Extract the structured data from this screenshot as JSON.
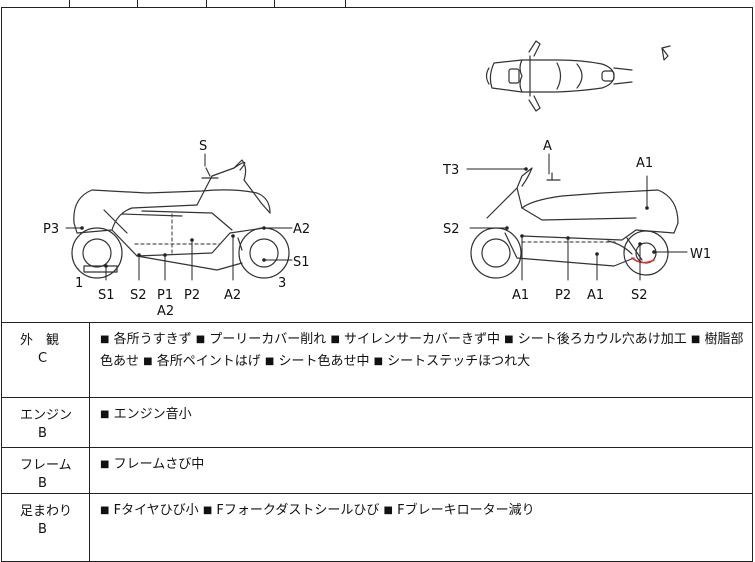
{
  "diagram": {
    "left_labels": {
      "S": "S",
      "P3": "P3",
      "A2_right": "A2",
      "S1_right": "S1",
      "n1": "1",
      "n3": "3",
      "bottom": [
        "S1",
        "S2",
        "P1",
        "P2",
        "A2"
      ],
      "A2_under": "A2"
    },
    "right_labels": {
      "A": "A",
      "A1_top": "A1",
      "T3": "T3",
      "S2_left": "S2",
      "W1": "W1",
      "bottom": [
        "A1",
        "P2",
        "A1",
        "S2"
      ]
    }
  },
  "rows": [
    {
      "name": "外　観",
      "grade": "C",
      "items": [
        "各所うすきず",
        "プーリーカバー削れ",
        "サイレンサーカバーきず中",
        "シート後ろカウル穴あけ加工",
        "樹脂部色あせ",
        "各所ペイントはげ",
        "シート色あせ中",
        "シートステッチほつれ大"
      ]
    },
    {
      "name": "エンジン",
      "grade": "B",
      "items": [
        "エンジン音小"
      ]
    },
    {
      "name": "フレーム",
      "grade": "B",
      "items": [
        "フレームさび中"
      ]
    },
    {
      "name": "足まわり",
      "grade": "B",
      "items": [
        "Fタイヤひび小",
        "Fフォークダストシールひび",
        "Fブレーキローター減り"
      ]
    }
  ]
}
